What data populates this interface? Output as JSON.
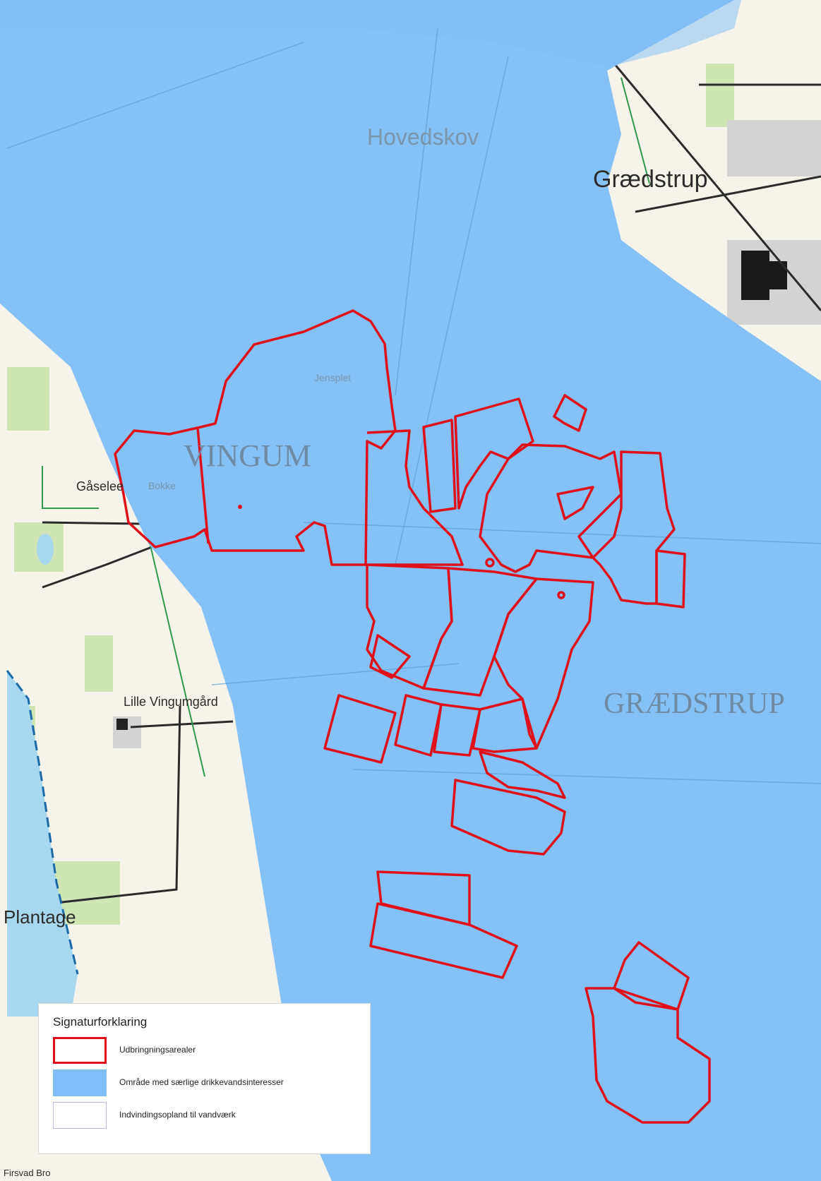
{
  "map": {
    "place_labels": {
      "hovedskov": "Hovedskov",
      "graedstrup_town": "Grædstrup",
      "vingum": "VINGUM",
      "gaaselee": "Gåselee",
      "lille_vingumgaard": "Lille Vingumgård",
      "graedstrup_parish": "GRÆDSTRUP",
      "plantage": "Plantage",
      "firsvad_bro": "Firsvad Bro",
      "jensplet": "Jensplet",
      "bokke": "Bokke"
    }
  },
  "legend": {
    "title": "Signaturforklaring",
    "items": [
      {
        "label": "Udbringningsarealer",
        "fill": "#ffffff",
        "border": "#e0101a"
      },
      {
        "label": "Område med særlige drikkevandsinteresser",
        "fill": "#7fbef7",
        "border": "#7fbef7"
      },
      {
        "label": "Indvindingsopland til vandværk",
        "fill": "#ffffff",
        "border": "#b9b6f0"
      }
    ]
  },
  "colors": {
    "water_interest_area": "#7fbef7",
    "field_outline": "#e0101a",
    "base_map": "#f4f1e7"
  }
}
